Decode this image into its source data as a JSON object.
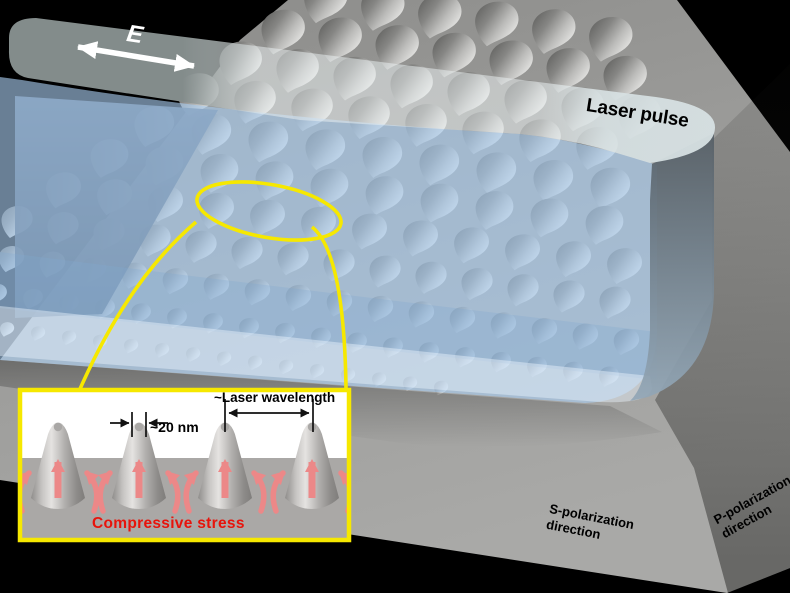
{
  "figure": {
    "e_field_label": "E",
    "laser_pulse_label": "Laser pulse",
    "s_polarization": {
      "line1": "S-polarization",
      "line2": "direction"
    },
    "p_polarization": {
      "line1": "P-polarization",
      "line2": "direction"
    }
  },
  "inset": {
    "tip_size_label": "~20 nm",
    "wavelength_label": "~Laser wavelength",
    "stress_label": "Compressive stress"
  },
  "colors": {
    "background": "#000000",
    "substrate_gray": "#9c9c9a",
    "laser_front_blue": "#aac2dc",
    "laser_top_white": "#dde3e3",
    "slab_left_face": "#5c7086",
    "highlight_yellow": "#f6e800",
    "stress_red": "#e8130b",
    "arrow_salmon": "#ec8888",
    "label_black": "#000000",
    "e_arrow_white": "#ffffff"
  }
}
